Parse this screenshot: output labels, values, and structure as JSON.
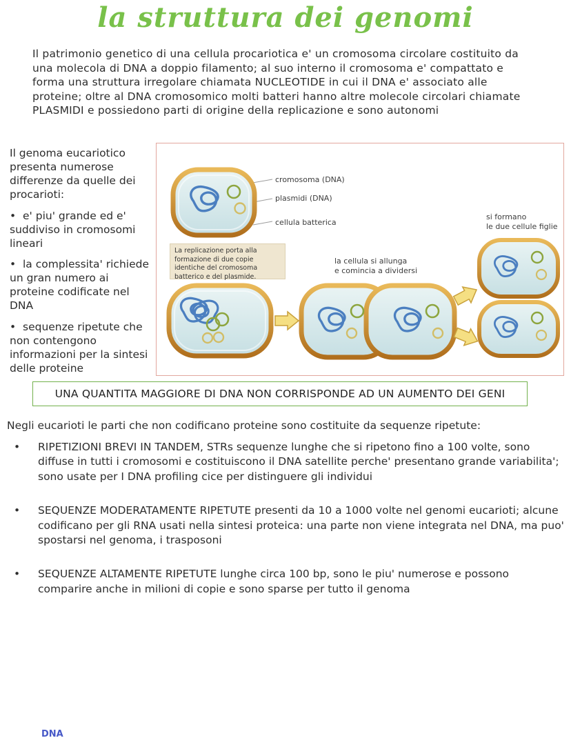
{
  "page": {
    "title": "la struttura dei genomi"
  },
  "intro": {
    "text": "Il patrimonio genetico di una cellula procariotica e' un cromosoma circolare costituito da una molecola di DNA a doppio filamento; al suo interno il cromosoma e' compattato e forma una struttura irregolare chiamata NUCLEOTIDE in cui il DNA e' associato alle proteine; oltre al DNA cromosomico molti batteri hanno altre molecole circolari chiamate PLASMIDI e possiedono parti di origine della replicazione e sono autonomi"
  },
  "sidebar": {
    "intro": "Il genoma eucariotico presenta numerose differenze da quelle dei procarioti:",
    "items": [
      "e' piu' grande ed e' suddiviso in cromosomi lineari",
      "la complessita' richiede un gran numero ai proteine codificate nel DNA",
      "sequenze ripetute che non contengono informazioni per la sintesi delle proteine"
    ]
  },
  "diagram": {
    "labels": {
      "chromosome": "cromosoma (DNA)",
      "plasmids": "plasmidi (DNA)",
      "cell": "cellula batterica",
      "replication_caption": "La replicazione porta alla formazione di due copie identiche del cromosoma batterico e del plasmide.",
      "elongation": "la cellula si allunga\ne comincia a dividersi",
      "daughters": "si formano\nle due cellule figlie"
    }
  },
  "highlight_box": {
    "text": "UNA QUANTITA MAGGIORE DI DNA NON CORRISPONDE AD UN AUMENTO DEI GENI"
  },
  "body": {
    "lead": "Negli eucarioti le parti che non codificano proteine sono costituite da sequenze ripetute:",
    "bullets": [
      "RIPETIZIONI BREVI IN TANDEM, STRs sequenze lunghe che si ripetono fino a 100 volte, sono diffuse in tutti i cromosomi e costituiscono il DNA satellite perche' presentano grande variabilita'; sono usate per I DNA profiling cice per distinguere gli individui",
      "SEQUENZE MODERATAMENTE RIPETUTE presenti da 10 a 1000 volte nel genomi eucarioti; alcune codificano per gli RNA usati nella sintesi proteica: una parte non viene integrata nel DNA, ma puo' spostarsi nel genoma, i trasposoni",
      "SEQUENZE ALTAMENTE RIPETUTE lunghe circa 100 bp, sono le piu' numerose e possono comparire anche in milioni di copie e sono sparse per tutto il genoma"
    ]
  },
  "footer": {
    "partial_text": "DNA"
  },
  "colors": {
    "title_green": "#79c14a",
    "highlight_border_green": "#72b14b",
    "diagram_border_pink": "#e2a79e",
    "cell_rim_orange": "#c8872e",
    "cell_fill_blue": "#d3e7ea",
    "chromosome_blue": "#4b7fc0",
    "plasmid_green": "#8da53e",
    "plasmid_yellow": "#d2bd66",
    "arrow_yellow": "#f5df83",
    "footer_blue": "#4759c8"
  }
}
